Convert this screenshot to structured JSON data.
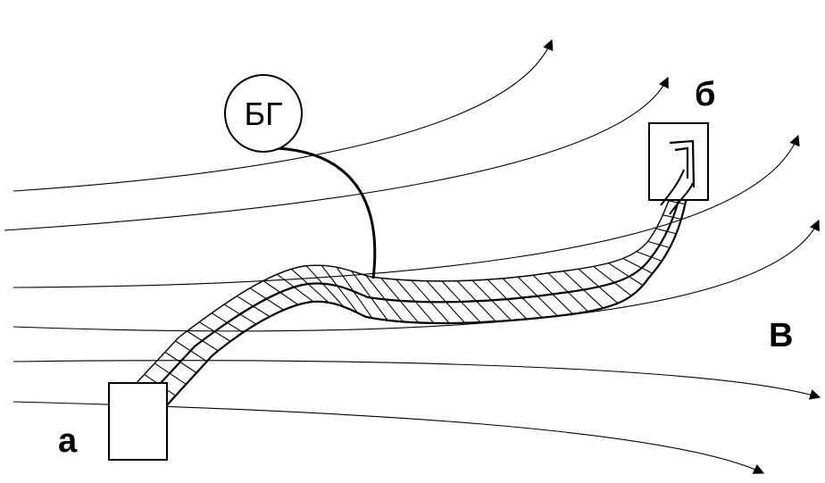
{
  "labels": {
    "end_a": "а",
    "end_b": "б",
    "field": "В",
    "galvanometer": "БГ"
  },
  "colors": {
    "ink": "#000000",
    "background": "#ffffff"
  }
}
